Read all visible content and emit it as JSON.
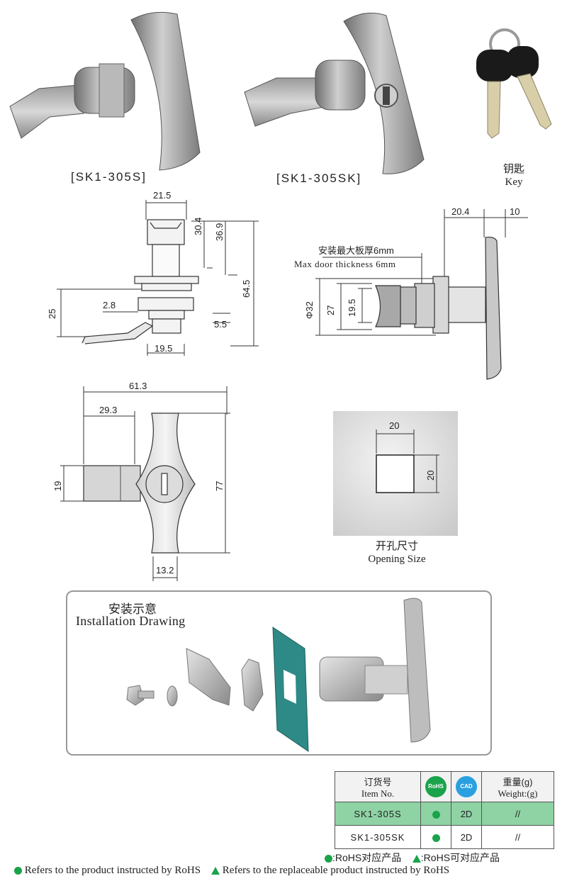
{
  "products": {
    "sk1_305s_caption": "[SK1-305S]",
    "sk1_305sk_caption": "[SK1-305SK]",
    "key_cn": "钥匙",
    "key_en": "Key"
  },
  "side_view": {
    "d_21_5": "21.5",
    "d_30_4": "30.4",
    "d_36_9": "36.9",
    "d_64_5": "64.5",
    "d_25": "25",
    "d_2_8": "2.8",
    "d_5_5": "5.5",
    "d_19_5": "19.5"
  },
  "right_view": {
    "d_20_4": "20.4",
    "d_10": "10",
    "thickness_cn": "安装最大板厚6mm",
    "thickness_en": "Max door thickness 6mm",
    "d_phi32": "Φ32",
    "d_27": "27",
    "d_19_5": "19.5"
  },
  "front_view": {
    "d_61_3": "61.3",
    "d_29_3": "29.3",
    "d_19": "19",
    "d_77": "77",
    "d_13_2": "13.2"
  },
  "opening": {
    "w": "20",
    "h": "20",
    "cn": "开孔尺寸",
    "en": "Opening Size"
  },
  "installation": {
    "cn": "安装示意",
    "en": "Installation Drawing"
  },
  "table": {
    "item_cn": "订货号",
    "item_en": "Item No.",
    "rohs_badge": "RoHS",
    "cad_badge": "CAD",
    "weight_cn": "重量(g)",
    "weight_en": "Weight:(g)",
    "rows": [
      {
        "item": "SK1-305S",
        "cad": "2D",
        "weight": "//"
      },
      {
        "item": "SK1-305SK",
        "cad": "2D",
        "weight": "//"
      }
    ]
  },
  "legend": {
    "rohs_cn": ":RoHS对应产品",
    "replace_cn": ":RoHS可对应产品",
    "rohs_en": "Refers to the product instructed by RoHS",
    "replace_en": "Refers to the replaceable product instructed by RoHS"
  },
  "colors": {
    "rohs_green": "#1aa34a",
    "row_highlight": "#8fd3a4",
    "panel_teal": "#2e8a86"
  }
}
